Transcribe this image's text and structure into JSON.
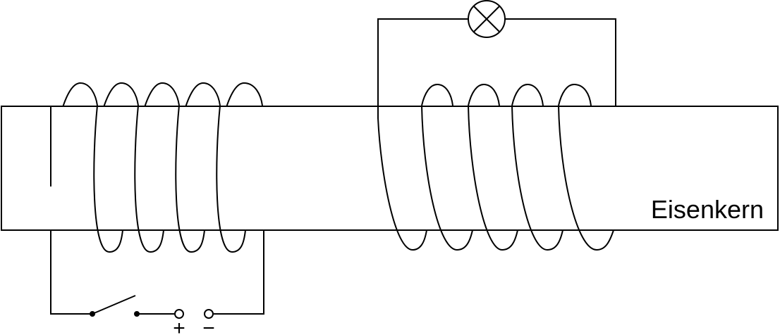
{
  "core": {
    "label": "Eisenkern"
  },
  "primary_coil": {
    "turns": 5
  },
  "secondary_coil": {
    "turns": 4
  },
  "switch": {
    "state": "open"
  },
  "terminals": {
    "plus": "+",
    "minus": "−"
  },
  "lamp": {
    "symbol": "crossed-circle"
  }
}
